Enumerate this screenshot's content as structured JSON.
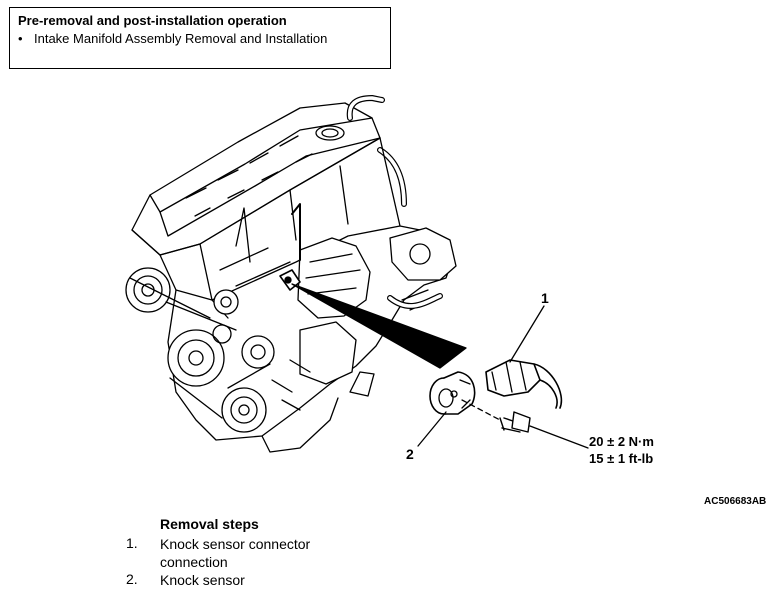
{
  "operations": {
    "title": "Pre-removal and post-installation operation",
    "items": [
      {
        "bullet": "•",
        "text": "Intake Manifold Assembly Removal and Installation"
      }
    ]
  },
  "callouts": {
    "connector": "1",
    "sensor": "2"
  },
  "torque": {
    "metric": "20 ± 2 N·m",
    "imperial": "15 ± 1 ft-lb"
  },
  "figure_id": "AC506683AB",
  "removal_steps": {
    "heading": "Removal steps",
    "steps": [
      {
        "number": "1.",
        "line1": "Knock sensor connector",
        "line2": "connection"
      },
      {
        "number": "2.",
        "line1": "Knock sensor",
        "line2": ""
      }
    ]
  }
}
